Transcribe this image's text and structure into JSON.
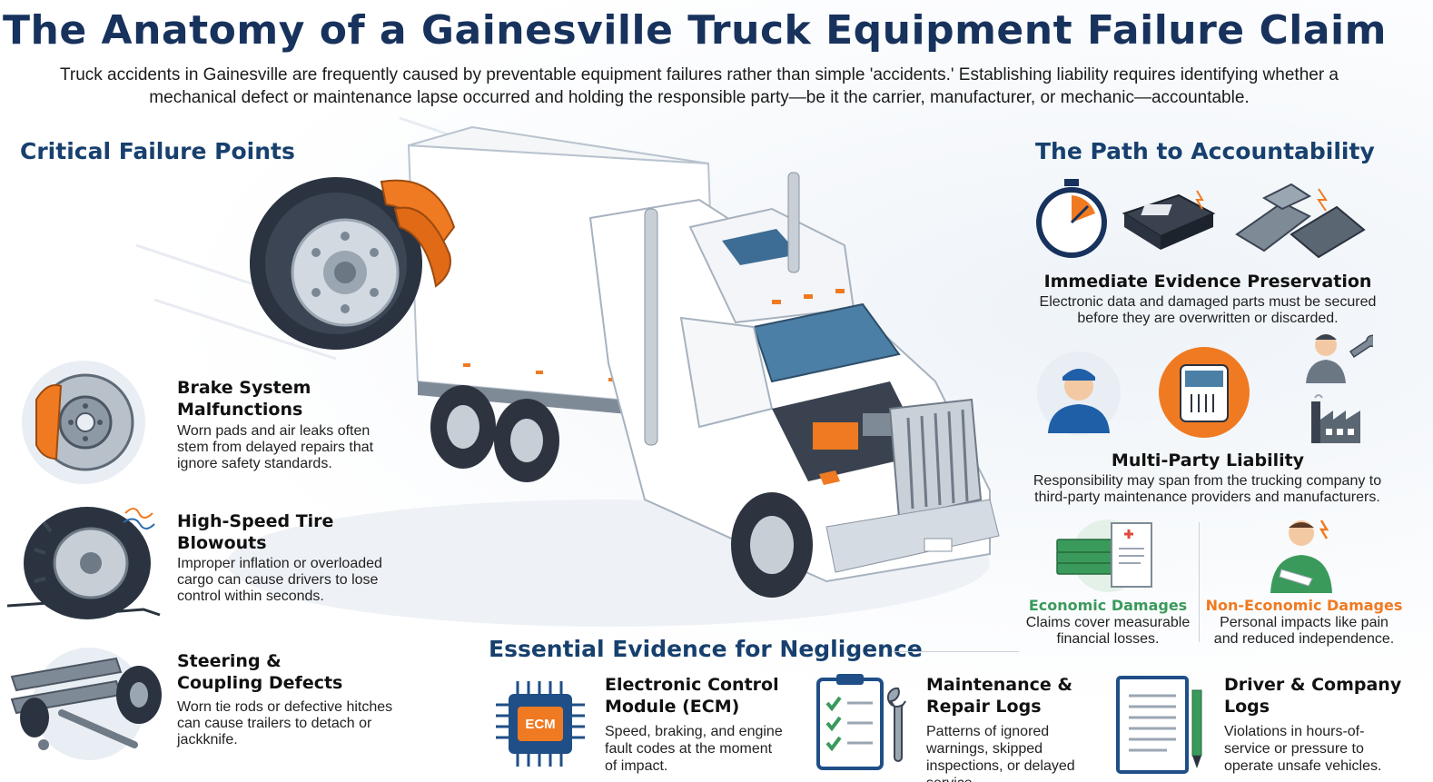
{
  "header": {
    "title": "The Anatomy of a Gainesville Truck Equipment Failure Claim",
    "subtitle": "Truck accidents in Gainesville are frequently caused by preventable equipment failures rather than simple 'accidents.' Establishing liability requires identifying whether a mechanical defect or maintenance lapse occurred and holding the responsible party—be it the carrier, manufacturer, or mechanic—accountable."
  },
  "failure_points": {
    "heading": "Critical Failure Points",
    "items": [
      {
        "title": "Brake System Malfunctions",
        "desc": "Worn pads and air leaks often stem from delayed repairs that ignore safety standards.",
        "icon": "brake-disc-icon"
      },
      {
        "title": "High-Speed Tire Blowouts",
        "desc": "Improper inflation or overloaded cargo can cause drivers to lose control within seconds.",
        "icon": "blown-tire-icon"
      },
      {
        "title": "Steering & Coupling Defects",
        "desc": "Worn tie rods or defective hitches can cause trailers to detach or jackknife.",
        "icon": "steering-linkage-icon"
      }
    ]
  },
  "accountability": {
    "heading": "The Path to Accountability",
    "preservation": {
      "title": "Immediate Evidence Preservation",
      "desc": "Electronic data and damaged parts must be secured before they are overwritten or discarded."
    },
    "liability": {
      "title": "Multi-Party Liability",
      "desc": "Responsibility may span from the trucking company to third-party maintenance providers and manufacturers."
    },
    "economic": {
      "title": "Economic Damages",
      "desc": "Claims cover measurable financial losses.",
      "color": "#3a9a5b"
    },
    "non_economic": {
      "title": "Non-Economic Damages",
      "desc": "Personal impacts like pain and reduced independence.",
      "color": "#f07a22"
    }
  },
  "evidence": {
    "heading": "Essential Evidence for Negligence",
    "ecm_chip_label": "ECM",
    "items": [
      {
        "title": "Electronic Control Module (ECM)",
        "desc": "Speed, braking, and engine fault codes at the moment of impact.",
        "icon": "ecm-chip-icon"
      },
      {
        "title": "Maintenance & Repair Logs",
        "desc": "Patterns of ignored warnings, skipped inspections, or delayed service.",
        "icon": "clipboard-checklist-icon"
      },
      {
        "title": "Driver & Company Logs",
        "desc": "Violations in hours-of-service or pressure to operate unsafe vehicles.",
        "icon": "logbook-icon"
      }
    ]
  },
  "colors": {
    "navy": "#17325c",
    "blue": "#17406e",
    "orange": "#f07a22",
    "green": "#3a9a5b"
  }
}
